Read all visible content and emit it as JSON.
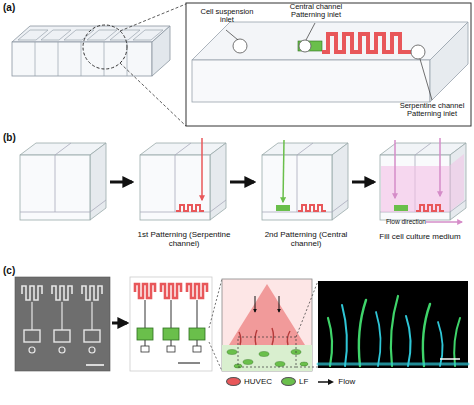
{
  "diagram": {
    "labels": [
      "(a)",
      "Cell suspension inlet",
      "Central channel Patterning inlet",
      "Serpentine channel Patterning inlet",
      "(b)",
      "1st Patterning (Serpentine channel)",
      "2nd Patterning (Central channel)",
      "Fill cell culture medium",
      "Flow direction",
      "(c)"
    ],
    "legend": [
      {
        "text": "HUVEC",
        "color": "#e8575a"
      },
      {
        "text": "LF",
        "color": "#6abf4b"
      },
      {
        "text": "Flow"
      }
    ]
  }
}
